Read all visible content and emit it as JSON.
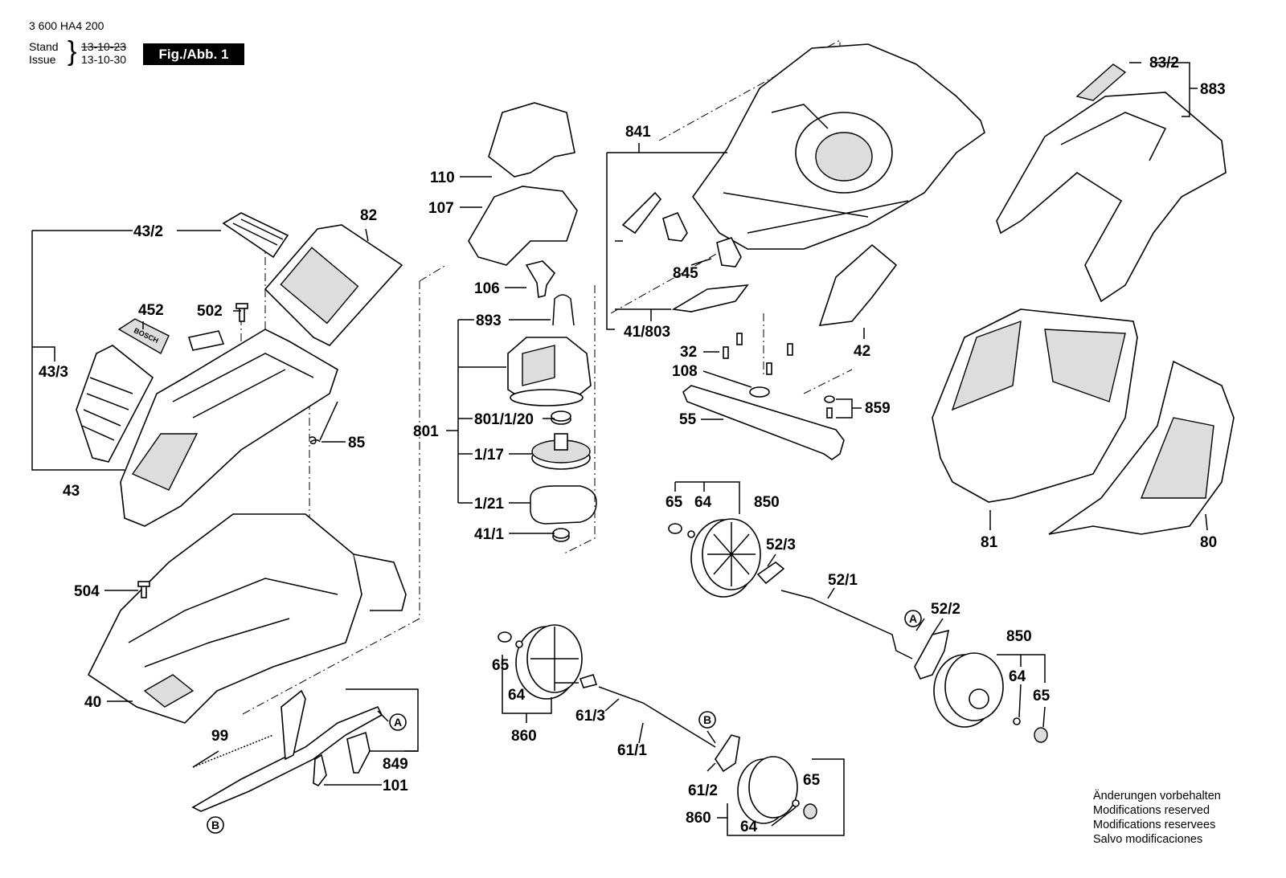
{
  "header": {
    "doc_number": "3 600 HA4 200",
    "stand_label": "Stand",
    "issue_label": "Issue",
    "stand_date": "13-10-23",
    "issue_date": "13-10-30",
    "figure_badge": "Fig./Abb. 1"
  },
  "labels": {
    "p43_2": "43/2",
    "p82": "82",
    "p452": "452",
    "p502": "502",
    "p43_3": "43/3",
    "p85": "85",
    "p43": "43",
    "p504": "504",
    "p40": "40",
    "p99": "99",
    "p849": "849",
    "p101": "101",
    "p110": "110",
    "p107": "107",
    "p106": "106",
    "p893": "893",
    "p801": "801",
    "p801_1_20": "801/1/20",
    "p1_17": "1/17",
    "p1_21": "1/21",
    "p41_1": "41/1",
    "p841": "841",
    "p845": "845",
    "p41_803": "41/803",
    "p32": "32",
    "p108": "108",
    "p42": "42",
    "p859": "859",
    "p55": "55",
    "p65_a": "65",
    "p64_a": "64",
    "p850_a": "850",
    "p52_3": "52/3",
    "p52_1": "52/1",
    "p52_2": "52/2",
    "p850_b": "850",
    "p64_b": "64",
    "p65_b": "65",
    "p65_c": "65",
    "p64_c": "64",
    "p860_a": "860",
    "p61_3": "61/3",
    "p61_1": "61/1",
    "p61_2": "61/2",
    "p65_d": "65",
    "p860_b": "860",
    "p64_d": "64",
    "p83_2": "83/2",
    "p883": "883",
    "p81": "81",
    "p80": "80",
    "ref_a1": "A",
    "ref_a2": "A",
    "ref_b1": "B",
    "ref_b2": "B"
  },
  "notes": [
    "Änderungen vorbehalten",
    "Modifications reserved",
    "Modifications reservees",
    "Salvo modificaciones"
  ],
  "brand_logo": "BOSCH"
}
